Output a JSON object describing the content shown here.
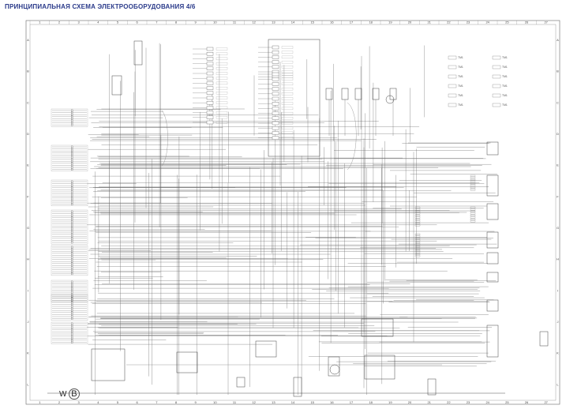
{
  "page": {
    "title": "ПРИНЦИПИАЛЬНАЯ СХЕМА ЭЛЕКТРООБОРУДОВАНИЯ 4/6",
    "sheet_ref": {
      "prefix": "W",
      "letter": "B"
    }
  },
  "frame": {
    "column_ticks": [
      "1",
      "2",
      "3",
      "4",
      "5",
      "6",
      "7",
      "8",
      "9",
      "10",
      "11",
      "12",
      "13",
      "14",
      "15",
      "16",
      "17",
      "18",
      "19",
      "20",
      "21",
      "22",
      "23",
      "24",
      "25",
      "26",
      "27"
    ],
    "row_ticks": [
      "A",
      "B",
      "C",
      "D",
      "E",
      "F",
      "G",
      "H",
      "I",
      "J",
      "K",
      "L"
    ]
  },
  "diagram": {
    "legend_tmi_rows": [
      "TM1",
      "TM1",
      "TM1",
      "TM1",
      "TM1",
      "TM1"
    ],
    "colors": {
      "line": "#666666",
      "title": "#2a3a8a",
      "frame": "#555555"
    }
  }
}
